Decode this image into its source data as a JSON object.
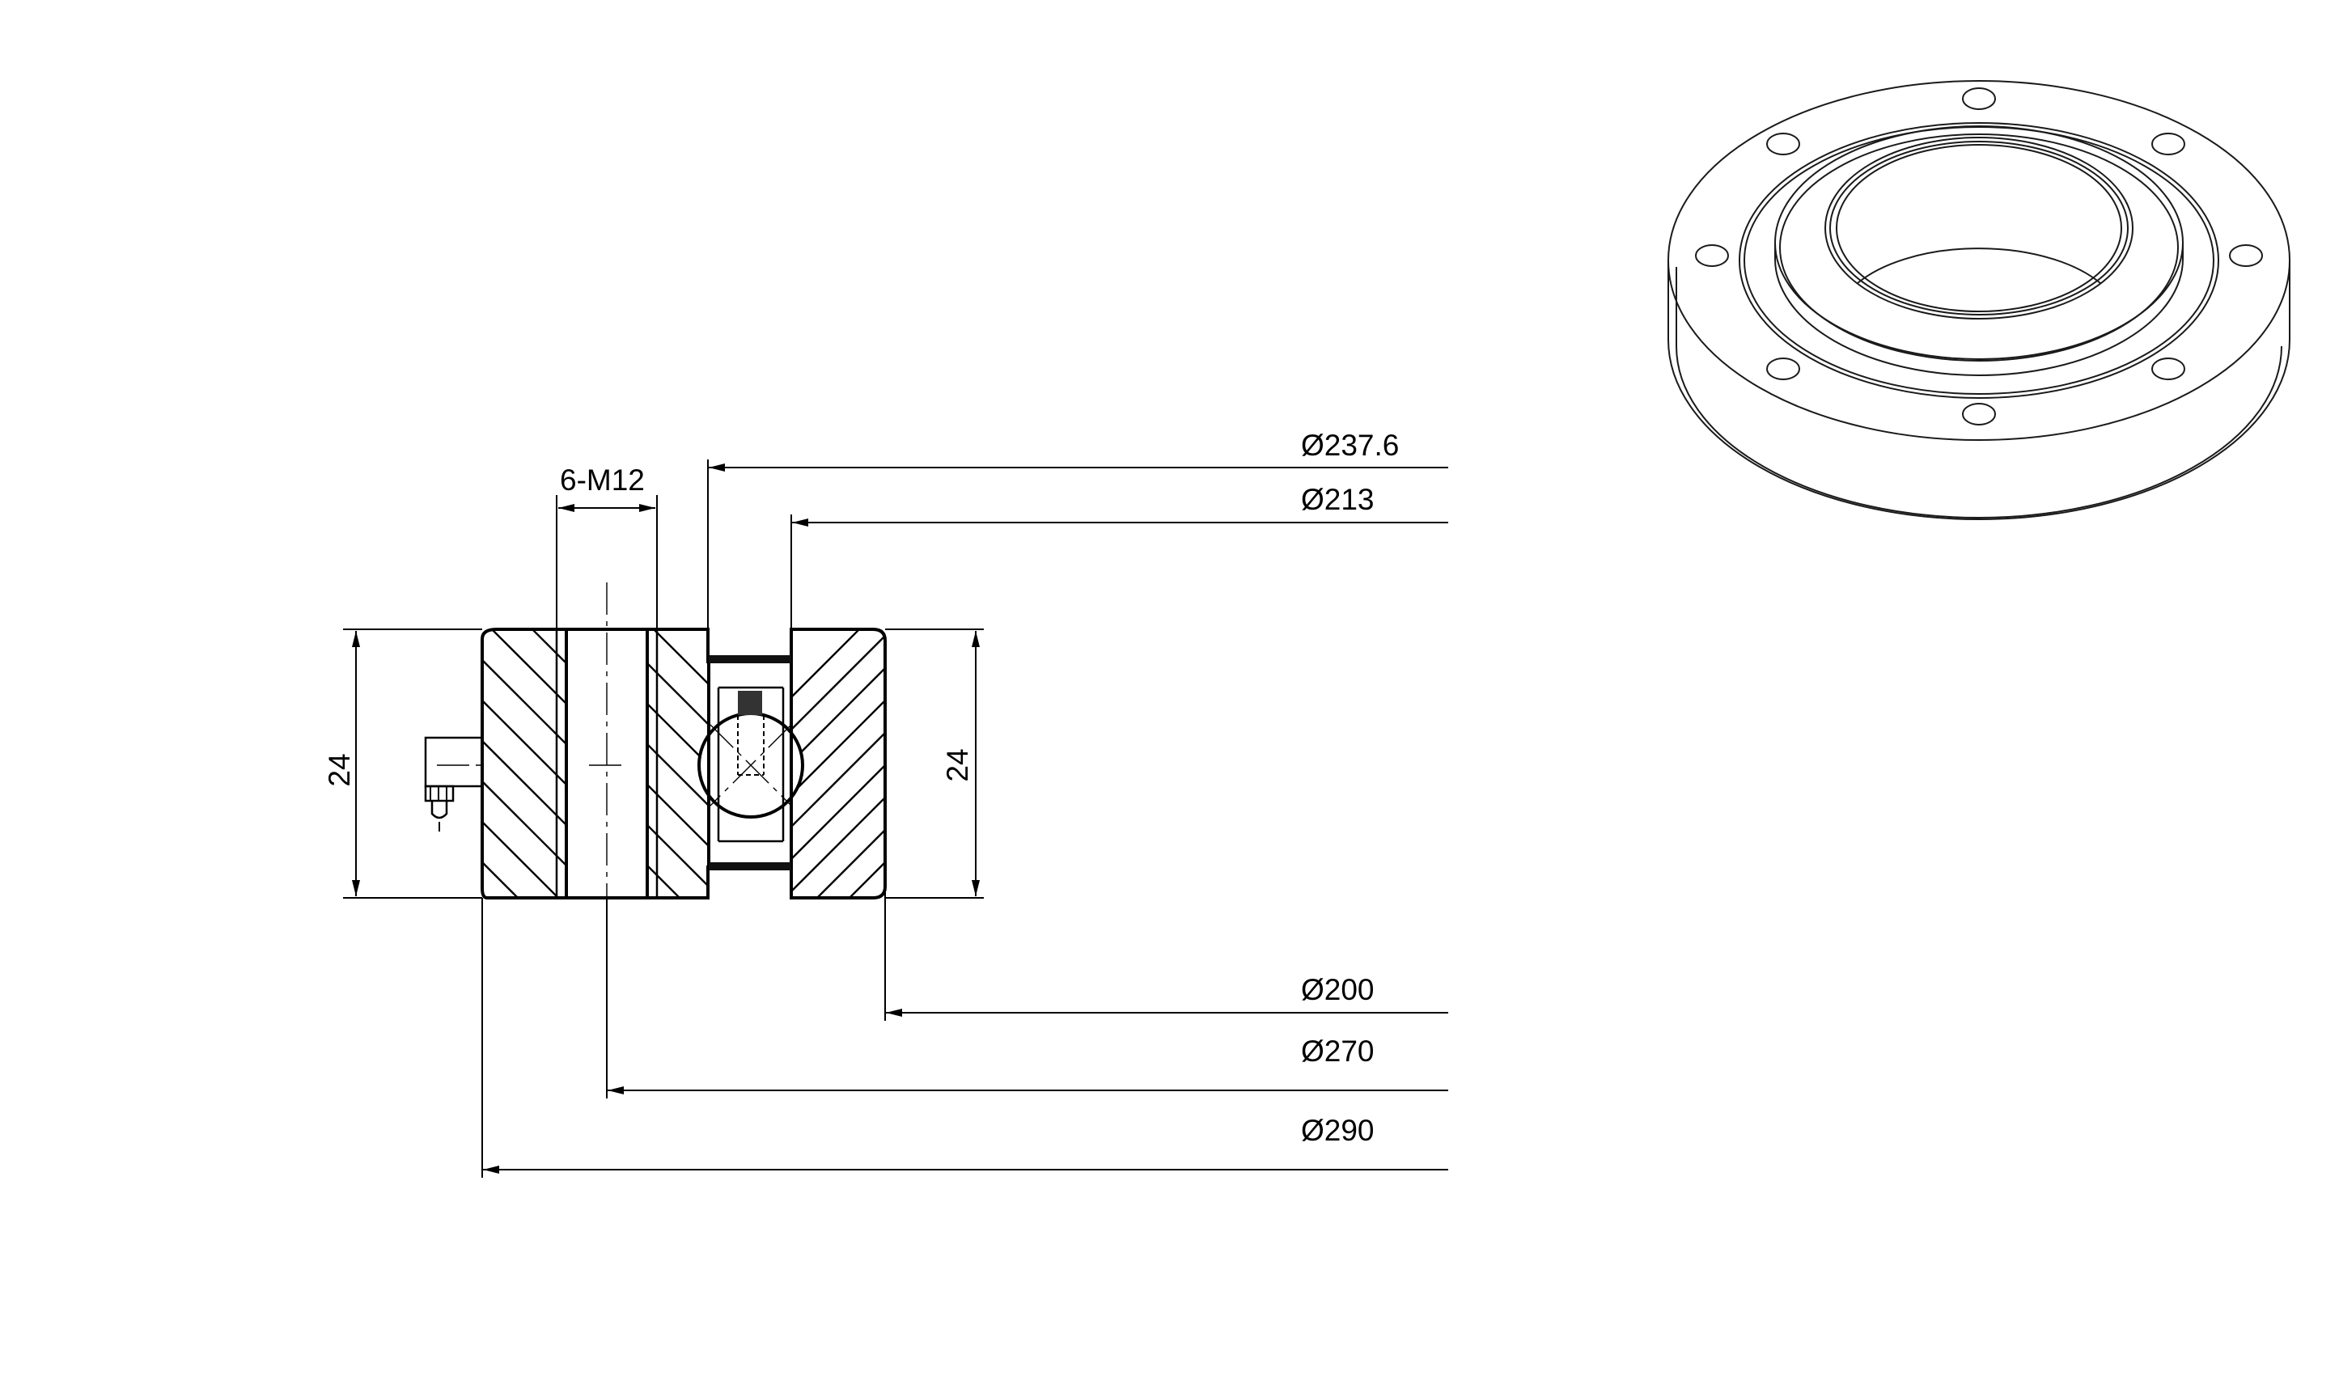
{
  "dimensions": {
    "d_237_6": "Ø237.6",
    "d_213": "Ø213",
    "d_200": "Ø200",
    "d_270": "Ø270",
    "d_290": "Ø290",
    "height_left": "24",
    "height_right": "24",
    "bolt": "6-M12"
  }
}
